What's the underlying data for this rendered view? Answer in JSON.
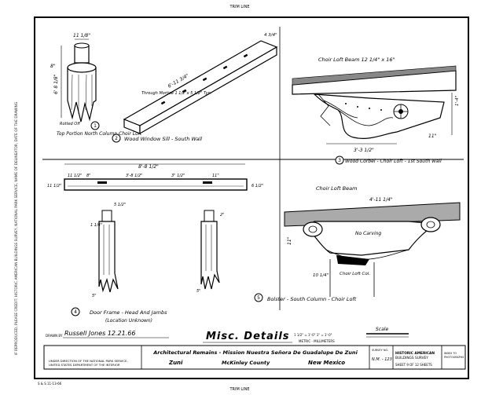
{
  "trim_top": "TRIM LINE",
  "trim_bottom": "TRIM LINE",
  "side_note": "IF REPRODUCED, PLEASE CREDIT: HISTORIC AMERICAN BUILDINGS SURVEY, NATIONAL PARK SERVICE, NAME OF DELINEATOR, DATE OF THE DRAWING",
  "details": {
    "post": {
      "num": "1",
      "caption": "Top Portion North Column Choir Loft",
      "dim_top": "11 1/8\"",
      "dim_side": "6' 8 1/8\"",
      "dim_cap": "8\"",
      "note": "Rotted Off"
    },
    "sill": {
      "num": "2",
      "caption": "Wood Window Sill - South Wall",
      "dim_len": "6'-11 3/4\"",
      "dim_end": "4 3/4\"",
      "note": "Through Mortise 1 1/2\"x 5 1/2\" Typ."
    },
    "corbel": {
      "num": "3",
      "caption": "Wood Corbel - Choir Loft - 1st South Wall",
      "title": "Choir Loft Beam 12 1/4\" x 16\"",
      "dim_w": "3'-3 1/2\"",
      "dim_h": "11\"",
      "dim_d": "1'-4\""
    },
    "door": {
      "num": "4",
      "caption": "Door Frame - Head And Jambs",
      "sub": "(Location Unknown)",
      "dim_total": "8'-8 1/2\"",
      "dims_top": [
        "11 1/2\"",
        "8\"",
        "3'-8 1/2\"",
        "3\" 1/2\"",
        "11\""
      ],
      "dim_left": "11 1/2\"",
      "dim_right": "6 1/2\"",
      "dim_tenon": "5 1/2\"",
      "dim_a": "1 1/4\"",
      "dim_b": "2\"",
      "dim_c": "5\""
    },
    "bolster": {
      "num": "5",
      "caption": "Bolster - South Column - Choir Loft",
      "title": "Choir Loft Beam",
      "dim_len": "4'-11 1/4\"",
      "note": "No Carving",
      "column": "Choir Loft Col.",
      "dim_h": "11\"",
      "dim_col": "10 1/4\""
    }
  },
  "title_block": {
    "drawing_title": "Misc. Details",
    "scale_label": "Scale",
    "scale_lines": [
      "1 1/2\" = 1'-0\"  1\" = 1'-0\"",
      "METRIC - MILLIMETERS"
    ],
    "drawn_by_label": "DRAWN BY",
    "drawn_by": "Russell Jones 12.21.66",
    "project": "Architectural Remains - Mission Nuestra Señora De Guadalupe De Zuni",
    "location": [
      "Zuni",
      "McKinley County",
      "New Mexico"
    ],
    "agency": [
      "UNDER DIRECTION OF THE NATIONAL PARK SERVICE,",
      "UNITED STATES DEPARTMENT OF THE INTERIOR"
    ],
    "survey_no_label": "SURVEY NO.",
    "survey_no": "N.M. - 123",
    "habs_lines": [
      "HISTORIC AMERICAN",
      "BUILDINGS SURVEY"
    ],
    "sheet": "SHEET 9 OF 12 SHEETS",
    "index_lines": [
      "INDEX TO",
      "PHOTOGRAPHS"
    ],
    "corner_code": "S & S 11-13-66"
  }
}
